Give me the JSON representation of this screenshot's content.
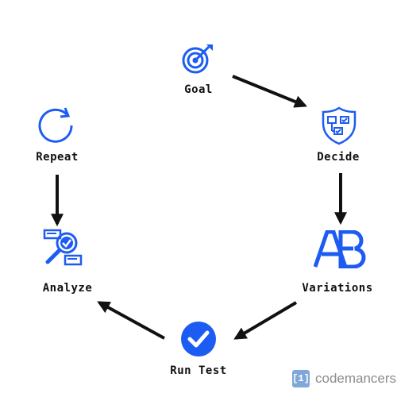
{
  "colors": {
    "accent": "#1d5cf2",
    "arrow": "#111111",
    "brand": "#7fa8d8"
  },
  "nodes": {
    "goal": {
      "label": "Goal",
      "icon": "target-icon"
    },
    "decide": {
      "label": "Decide",
      "icon": "shield-checklist-icon"
    },
    "variations": {
      "label": "Variations",
      "icon": "ab-icon"
    },
    "run_test": {
      "label": "Run Test",
      "icon": "checkmark-circle-icon"
    },
    "analyze": {
      "label": "Analyze",
      "icon": "magnify-report-icon"
    },
    "repeat": {
      "label": "Repeat",
      "icon": "refresh-icon"
    }
  },
  "edges": [
    {
      "from": "Goal",
      "to": "Decide"
    },
    {
      "from": "Decide",
      "to": "Variations"
    },
    {
      "from": "Variations",
      "to": "Run Test"
    },
    {
      "from": "Run Test",
      "to": "Analyze"
    },
    {
      "from": "Repeat",
      "to": "Analyze"
    }
  ],
  "brand": {
    "logo_glyph": "[1]",
    "name": "codemancers"
  }
}
